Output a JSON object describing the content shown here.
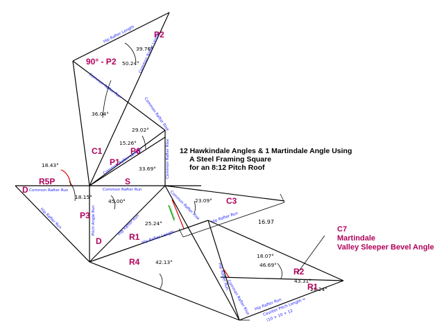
{
  "title": {
    "line1": "12 Hawkindale Angles & 1 Martindale Angle Using",
    "line2": "A  Steel Framing Square",
    "line3": "for an 8:12 Pitch Roof"
  },
  "labels": {
    "p2": "P2",
    "ninety_p2": "90° - P2",
    "c1": "C1",
    "p1": "P1",
    "p6": "P6",
    "s": "S",
    "r5p": "R5P",
    "d_left": "D",
    "d_low": "D",
    "p3": "P3",
    "r1_mid": "R1",
    "r4": "R4",
    "c3": "C3",
    "r2": "R2",
    "r1_right": "R1",
    "c7": "C7",
    "martindale": "Martindale",
    "valley_sleeper": "Valley Sleeper Bevel Angle"
  },
  "angles": {
    "a1": "39.76°",
    "a2": "50.24°",
    "a3": "36.04°",
    "a4": "29.02°",
    "a5": "15.26°",
    "a6": "18.43°",
    "a7": "33.69°",
    "a8": "18.15°",
    "a9": "45.00°",
    "a10": "25.24°",
    "a11": "23.09°",
    "a12": "42.13°",
    "a13": "18.07°",
    "a14": "46.69°",
    "a15": "43.31°",
    "a16": "25.24°"
  },
  "dimension": "16.97",
  "rafter_labels": {
    "hip_rafter_length_top": "Hip Rafter Length",
    "common_rafter_length_p2": "Common Rafter Length",
    "common_rafter_run_p2": "Common Rafter Run",
    "common_rafter_rise_1": "Common Rafter Rise",
    "common_rafter_length_p1": "Common Rafter Length",
    "common_rafter_rise_2": "Common Rafter Rise",
    "common_rafter_run_left": "Common Rafter Run",
    "common_rafter_run_mid": "Common Rafter Run",
    "hip_rafter_run_left": "Hip Rafter Run",
    "pitch_angle_run": "Pitch Angle Run",
    "hip_rafter_run_mid": "Hip Rafter Run",
    "common_rafter_rise_3": "Common Rafter Rise",
    "hip_rafter_length_mid": "Hip Rafter Length",
    "hip_rafter_run_c3": "Hip Rafter Run",
    "hip_rafter_run_low": "Hip Rafter Run",
    "common_rafter_rise_4": "Common Rafter Rise",
    "hip_rafter_run_bottom": "Hip Rafter Run",
    "counter_pitch": "Counter Pitch Length =",
    "counter_pitch_formula": "(10 + 10 + 12",
    "green_text": "Common..."
  }
}
